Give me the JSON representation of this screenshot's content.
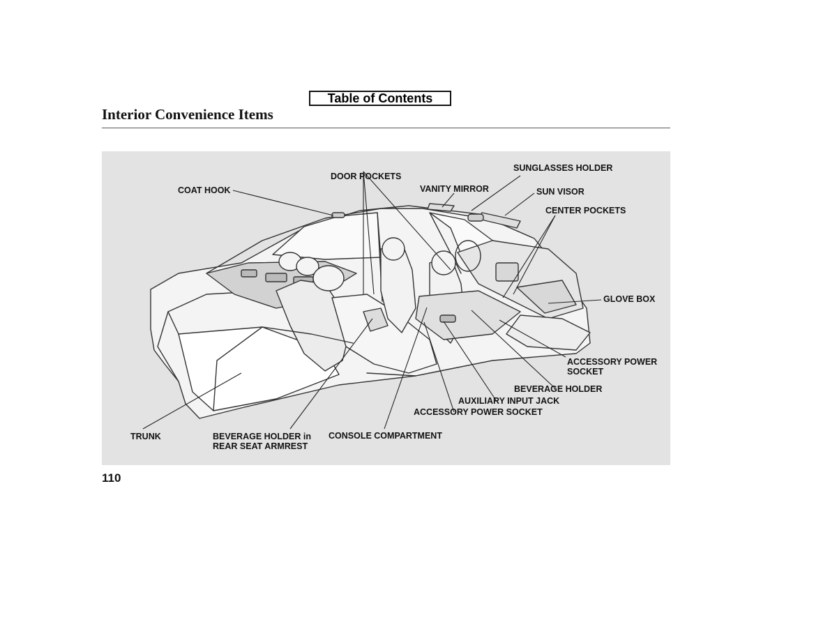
{
  "header": {
    "toc_label": "Table of Contents",
    "title": "Interior Convenience Items"
  },
  "figure": {
    "labels": {
      "door_pockets": "DOOR POCKETS",
      "sunglasses_holder": "SUNGLASSES HOLDER",
      "coat_hook": "COAT HOOK",
      "vanity_mirror": "VANITY MIRROR",
      "sun_visor": "SUN VISOR",
      "center_pockets": "CENTER POCKETS",
      "glove_box": "GLOVE BOX",
      "accessory_power_socket_right_line1": "ACCESSORY POWER",
      "accessory_power_socket_right_line2": "SOCKET",
      "beverage_holder": "BEVERAGE HOLDER",
      "auxiliary_input_jack": "AUXILIARY INPUT JACK",
      "accessory_power_socket": "ACCESSORY POWER SOCKET",
      "trunk": "TRUNK",
      "beverage_holder_rear_line1": "BEVERAGE HOLDER in",
      "beverage_holder_rear_line2": "REAR SEAT ARMREST",
      "console_compartment": "CONSOLE COMPARTMENT"
    }
  },
  "footer": {
    "page_number": "110"
  }
}
